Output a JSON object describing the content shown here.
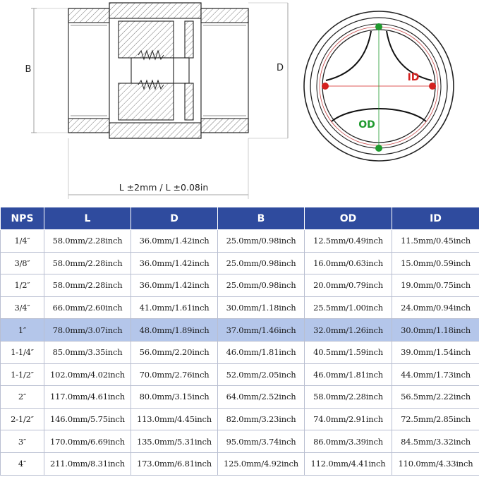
{
  "diagram": {
    "label_b": "B",
    "label_d": "D",
    "label_length": "L ±2mm / L ±0.08in",
    "label_id": "ID",
    "label_od": "OD",
    "colors": {
      "id_marker": "#d4211f",
      "od_marker": "#1f9a2e",
      "line": "#222222"
    }
  },
  "table": {
    "headers": [
      "NPS",
      "L",
      "D",
      "B",
      "OD",
      "ID"
    ],
    "header_color": "#2f4b9e",
    "highlight_color": "#b4c6ea",
    "highlight_row": 4,
    "rows": [
      [
        "1/4″",
        "58.0mm/2.28inch",
        "36.0mm/1.42inch",
        "25.0mm/0.98inch",
        "12.5mm/0.49inch",
        "11.5mm/0.45inch"
      ],
      [
        "3/8″",
        "58.0mm/2.28inch",
        "36.0mm/1.42inch",
        "25.0mm/0.98inch",
        "16.0mm/0.63inch",
        "15.0mm/0.59inch"
      ],
      [
        "1/2″",
        "58.0mm/2.28inch",
        "36.0mm/1.42inch",
        "25.0mm/0.98inch",
        "20.0mm/0.79inch",
        "19.0mm/0.75inch"
      ],
      [
        "3/4″",
        "66.0mm/2.60inch",
        "41.0mm/1.61inch",
        "30.0mm/1.18inch",
        "25.5mm/1.00inch",
        "24.0mm/0.94inch"
      ],
      [
        "1″",
        "78.0mm/3.07inch",
        "48.0mm/1.89inch",
        "37.0mm/1.46inch",
        "32.0mm/1.26inch",
        "30.0mm/1.18inch"
      ],
      [
        "1-1/4″",
        "85.0mm/3.35inch",
        "56.0mm/2.20inch",
        "46.0mm/1.81inch",
        "40.5mm/1.59inch",
        "39.0mm/1.54inch"
      ],
      [
        "1-1/2″",
        "102.0mm/4.02inch",
        "70.0mm/2.76inch",
        "52.0mm/2.05inch",
        "46.0mm/1.81inch",
        "44.0mm/1.73inch"
      ],
      [
        "2″",
        "117.0mm/4.61inch",
        "80.0mm/3.15inch",
        "64.0mm/2.52inch",
        "58.0mm/2.28inch",
        "56.5mm/2.22inch"
      ],
      [
        "2-1/2″",
        "146.0mm/5.75inch",
        "113.0mm/4.45inch",
        "82.0mm/3.23inch",
        "74.0mm/2.91inch",
        "72.5mm/2.85inch"
      ],
      [
        "3″",
        "170.0mm/6.69inch",
        "135.0mm/5.31inch",
        "95.0mm/3.74inch",
        "86.0mm/3.39inch",
        "84.5mm/3.32inch"
      ],
      [
        "4″",
        "211.0mm/8.31inch",
        "173.0mm/6.81inch",
        "125.0mm/4.92inch",
        "112.0mm/4.41inch",
        "110.0mm/4.33inch"
      ]
    ]
  }
}
